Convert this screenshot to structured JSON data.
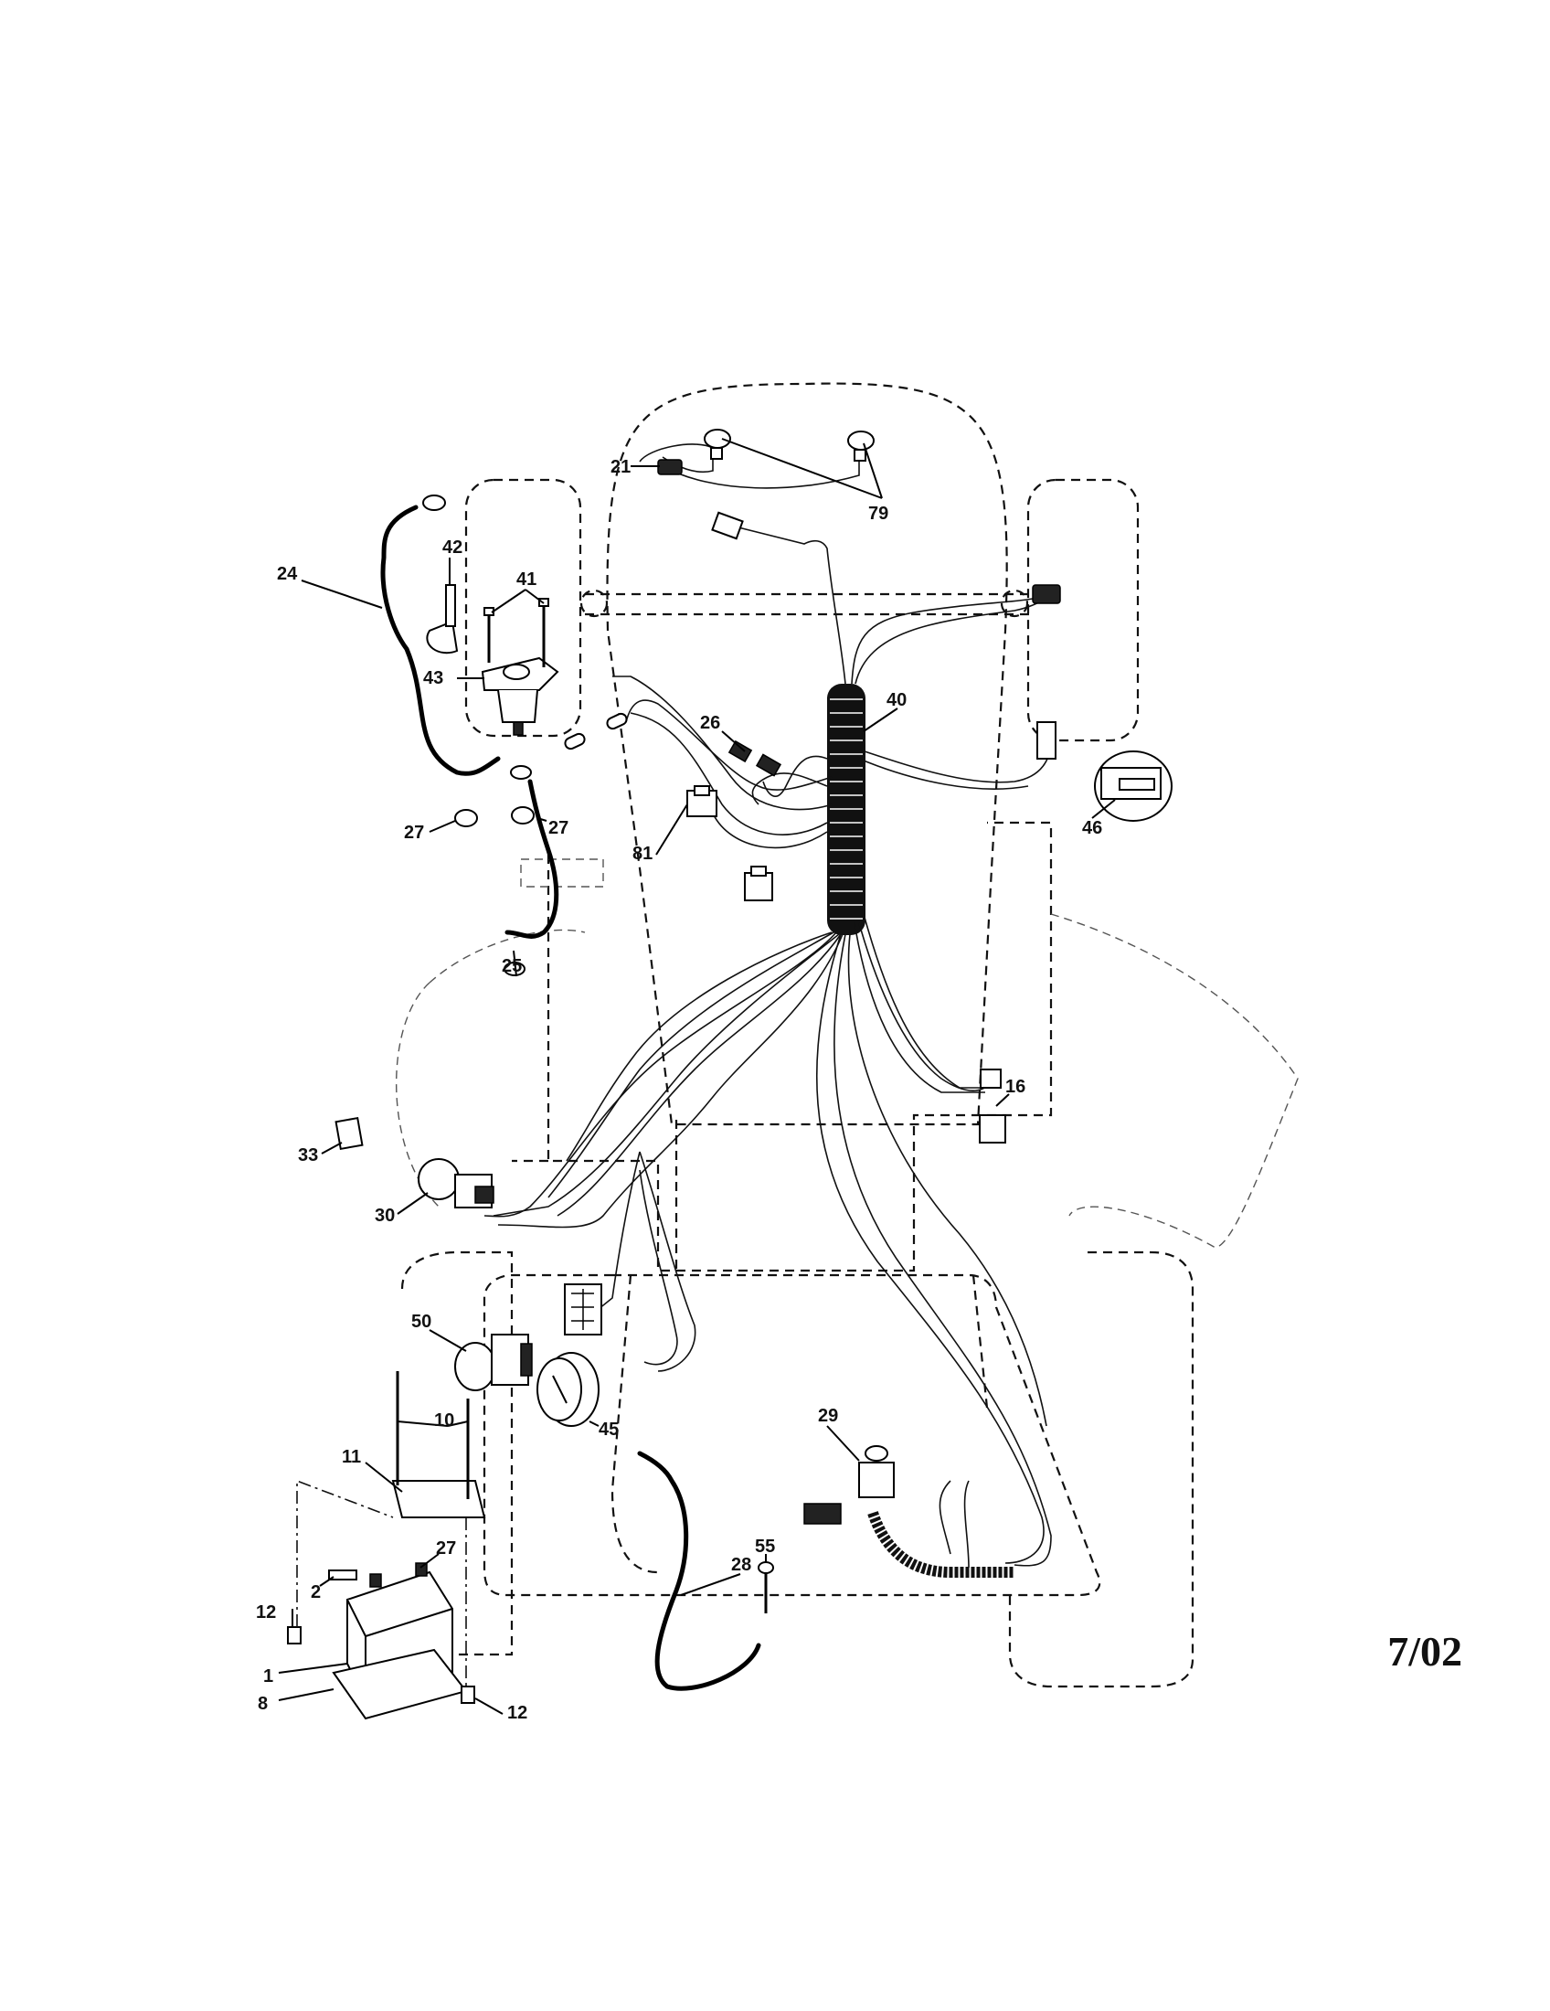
{
  "date_code": "7/02",
  "part_labels": [
    {
      "id": "21",
      "text": "21"
    },
    {
      "id": "79",
      "text": "79"
    },
    {
      "id": "42",
      "text": "42"
    },
    {
      "id": "41",
      "text": "41"
    },
    {
      "id": "24",
      "text": "24"
    },
    {
      "id": "43",
      "text": "43"
    },
    {
      "id": "40",
      "text": "40"
    },
    {
      "id": "26",
      "text": "26"
    },
    {
      "id": "46",
      "text": "46"
    },
    {
      "id": "27a",
      "text": "27"
    },
    {
      "id": "27b",
      "text": "27"
    },
    {
      "id": "81",
      "text": "81"
    },
    {
      "id": "25",
      "text": "25"
    },
    {
      "id": "16",
      "text": "16"
    },
    {
      "id": "33",
      "text": "33"
    },
    {
      "id": "30",
      "text": "30"
    },
    {
      "id": "50",
      "text": "50"
    },
    {
      "id": "10",
      "text": "10"
    },
    {
      "id": "45",
      "text": "45"
    },
    {
      "id": "29",
      "text": "29"
    },
    {
      "id": "11",
      "text": "11"
    },
    {
      "id": "27c",
      "text": "27"
    },
    {
      "id": "55",
      "text": "55"
    },
    {
      "id": "28",
      "text": "28"
    },
    {
      "id": "12a",
      "text": "12"
    },
    {
      "id": "2",
      "text": "2"
    },
    {
      "id": "1",
      "text": "1"
    },
    {
      "id": "8",
      "text": "8"
    },
    {
      "id": "12b",
      "text": "12"
    }
  ]
}
